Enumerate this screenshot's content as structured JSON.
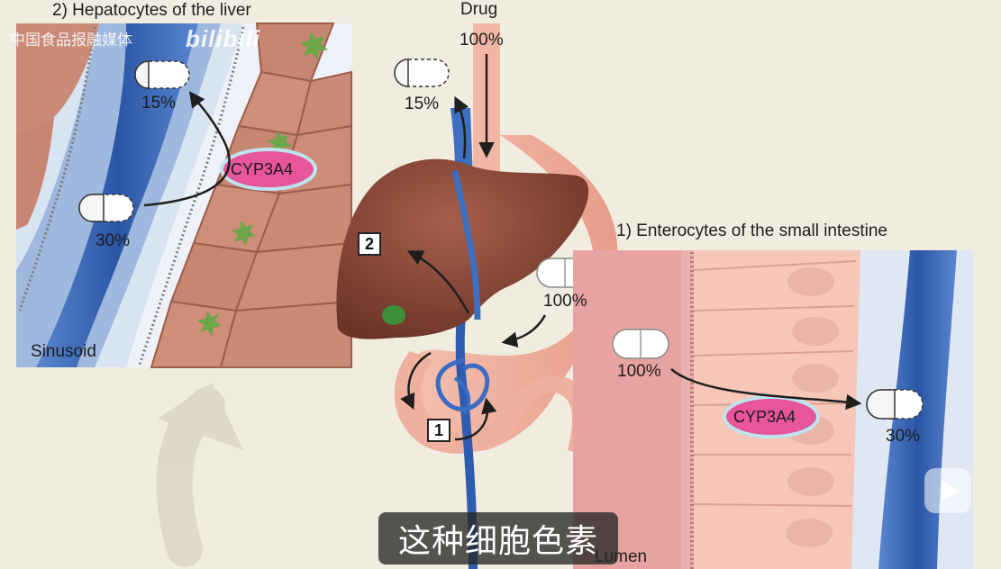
{
  "watermark": {
    "channel": "中国食品报融媒体",
    "platform": "bilibili"
  },
  "liver_panel": {
    "title": "2) Hepatocytes of the liver",
    "upper_percent": "15%",
    "lower_percent": "30%",
    "enzyme": "CYP3A4",
    "region_label": "Sinusoid"
  },
  "center": {
    "drug_label": "Drug",
    "drug_percent": "100%",
    "portal_percent": "15%",
    "stomach_percent": "100%",
    "step_liver": "2",
    "step_intestine": "1"
  },
  "intestine_panel": {
    "title": "1) Enterocytes of the small intestine",
    "input_percent": "100%",
    "enzyme": "CYP3A4",
    "output_percent": "30%",
    "lumen_label": "Lumen"
  },
  "subtitle": "这种细胞色素",
  "icons": [
    "capsule-icon",
    "play-icon",
    "arrow-icon"
  ],
  "colors": {
    "background": "#f1ece0",
    "enzyme_fill": "#e7559a",
    "vessel_blue": "#2e5db0",
    "liver_brown": "#8a4a3a",
    "intestine_pink": "#f2b3a3",
    "cell_tan": "#cf8e79"
  }
}
